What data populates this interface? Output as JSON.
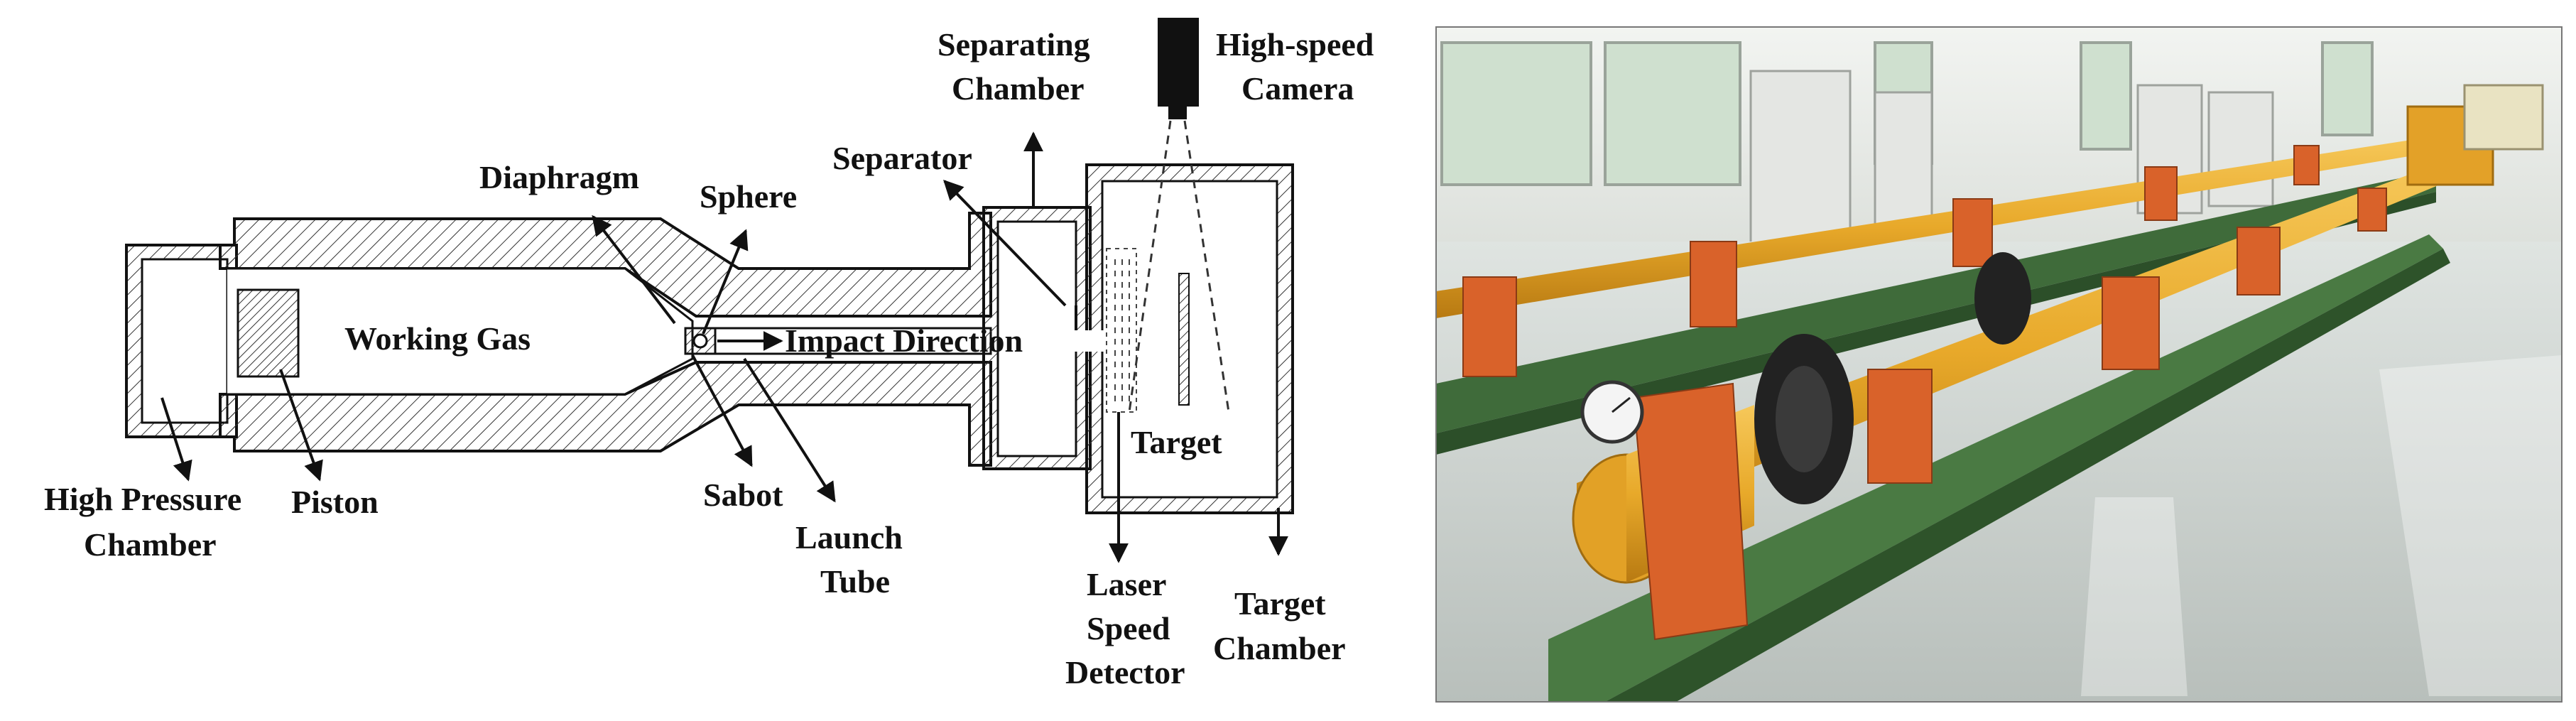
{
  "diagram": {
    "labels": {
      "high_speed_camera": [
        "High-speed",
        "Camera"
      ],
      "separating_chamber": [
        "Separating",
        "Chamber"
      ],
      "separator": "Separator",
      "diaphragm": "Diaphragm",
      "sphere": "Sphere",
      "working_gas": "Working Gas",
      "impact_direction": "Impact Direction",
      "target": "Target",
      "high_pressure_chamber": [
        "High Pressure",
        "Chamber"
      ],
      "piston": "Piston",
      "sabot": "Sabot",
      "launch_tube": [
        "Launch",
        "Tube"
      ],
      "laser_speed_detector": [
        "Laser",
        "Speed",
        "Detector"
      ],
      "target_chamber": [
        "Target",
        "Chamber"
      ]
    }
  },
  "photo": {
    "subject": "two-stage light gas gun apparatus in laboratory",
    "colors": {
      "tube": "#e8a92a",
      "supports": "#d9622a",
      "rail": "#3f6b3a",
      "floor": "#c9cfcb",
      "wall": "#e9ece8"
    }
  }
}
